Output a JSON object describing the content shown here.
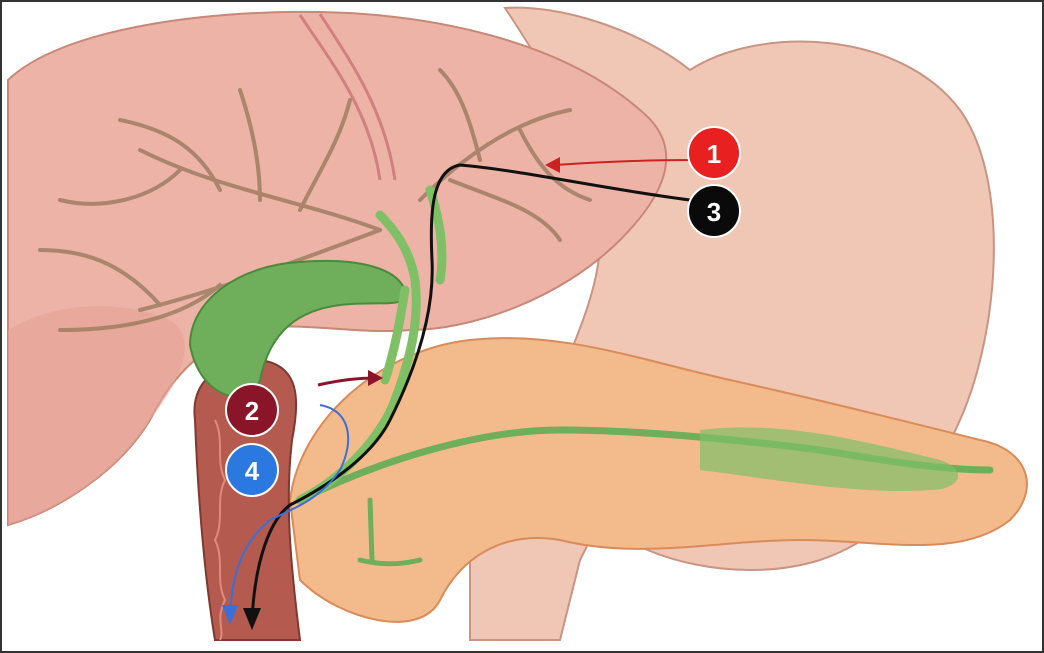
{
  "markers": [
    {
      "label": "1",
      "color": "#e8201f",
      "arrow_color": "#cc2222"
    },
    {
      "label": "2",
      "color": "#8a1528",
      "arrow_color": "#8a1528"
    },
    {
      "label": "3",
      "color": "#0a0a0a",
      "arrow_color": "#111111"
    },
    {
      "label": "4",
      "color": "#2a78e0",
      "arrow_color": "#3a6fd8"
    }
  ],
  "colors": {
    "liver": "#ecb3a6",
    "liver_dark": "#d9907f",
    "stomach": "#f0c7b5",
    "pancreas": "#f3bb8c",
    "gallbladder": "#6fae5a",
    "bile_duct": "#7fbf66",
    "duodenum": "#b55a4e",
    "vessels": "#9a7a5e"
  }
}
